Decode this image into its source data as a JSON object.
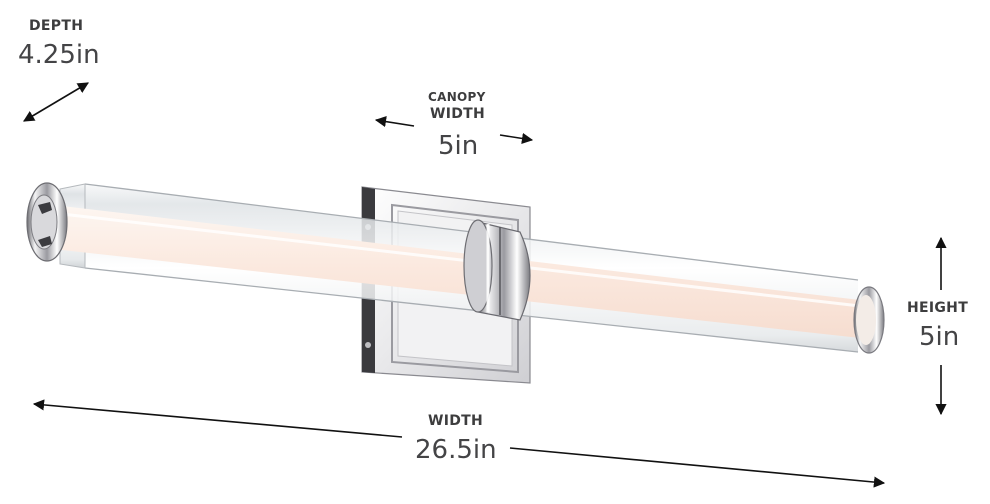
{
  "diagram": {
    "type": "product-dimension-diagram",
    "subject": "linear wall vanity light with clear glass cylinder and polished nickel canopy",
    "dimensions": {
      "depth": {
        "label": "DEPTH",
        "value": "4.25in"
      },
      "canopy": {
        "label_line1": "CANOPY",
        "label_line2": "WIDTH",
        "value": "5in"
      },
      "height": {
        "label": "HEIGHT",
        "value": "5in"
      },
      "width": {
        "label": "WIDTH",
        "value": "26.5in"
      }
    },
    "colors": {
      "background": "#ffffff",
      "text": "#3f3f40",
      "arrow": "#111111",
      "diffuser": "#fbeee6",
      "metal": "#b8b8bc"
    }
  }
}
